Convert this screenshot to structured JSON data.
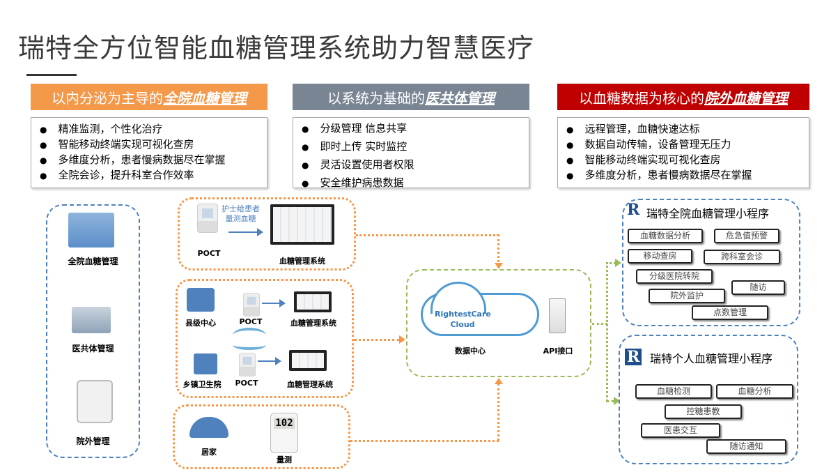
{
  "title": "瑞特全方位智能血糖管理系统助力智慧医疗",
  "headers": [
    {
      "prefix": "以内分泌为主导的",
      "emph": "全院血糖管理",
      "color": "#f4984a"
    },
    {
      "prefix": "以系统为基础的",
      "emph": "医共体管理",
      "color": "#7a8594"
    },
    {
      "prefix": "以血糖数据为核心的",
      "emph": "院外血糖管理",
      "color": "#c00000"
    }
  ],
  "bullets": [
    [
      "精准监测，个性化治疗",
      "智能移动终端实现可视化查房",
      "多维度分析，患者慢病数据尽在掌握",
      "全院会诊，提升科室合作效率"
    ],
    [
      "分级管理 信息共享",
      "即时上传 实时监控",
      "灵活设置使用者权限",
      "安全维护病患数据"
    ],
    [
      "远程管理，血糖快速达标",
      "数据自动传输，设备管理无压力",
      "智能移动终端实现可视化查房",
      "多维度分析，患者慢病数据尽在掌握"
    ]
  ],
  "left_panel": [
    "全院血糖管理",
    "医共体管理",
    "院外管理"
  ],
  "hospital": {
    "device": "POCT",
    "note": "护士给患者\n量测血糖",
    "system": "血糖管理系统"
  },
  "community": {
    "county": "县级中心",
    "town": "乡镇卫生院",
    "device": "POCT",
    "system": "血糖管理系统"
  },
  "home": {
    "label": "居家",
    "device": "量测",
    "reading": "102"
  },
  "cloud": {
    "name": "RightestCare\nCloud",
    "center": "数据中心",
    "api": "API接口"
  },
  "mini1": {
    "logo": "R",
    "title": "瑞特全院血糖管理小程序",
    "tags": [
      "血糖数据分析",
      "危急值预警",
      "移动查房",
      "跨科室会诊",
      "分级医院转院",
      "随访",
      "院外监护",
      "点数管理"
    ]
  },
  "mini2": {
    "logo": "R",
    "title": "瑞特个人血糖管理小程序",
    "tags": [
      "血糖检测",
      "血糖分析",
      "控糖患教",
      "医患交互",
      "随访通知"
    ]
  },
  "colors": {
    "orange": "#f79646",
    "blue": "#4f81bd",
    "green": "#9bbb59",
    "red": "#c00000"
  }
}
